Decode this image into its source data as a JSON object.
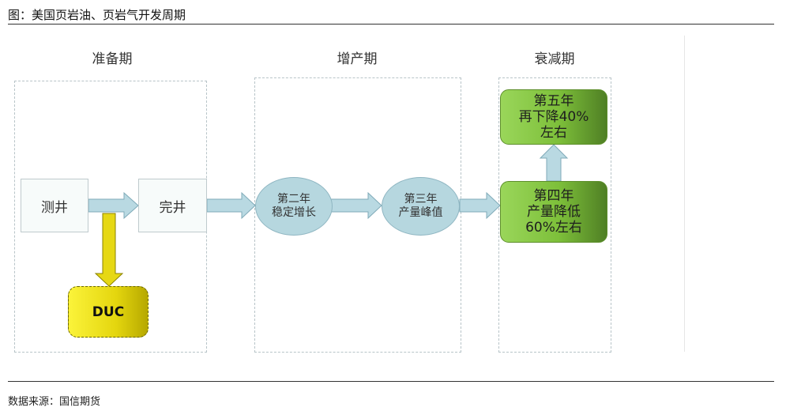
{
  "figure": {
    "title": "图：美国页岩油、页岩气开发周期",
    "source": "数据来源：国信期货"
  },
  "phases": {
    "prep": "准备期",
    "growth": "增产期",
    "decline": "衰减期"
  },
  "nodes": {
    "logging": "测井",
    "completion": "完井",
    "duc": "DUC",
    "year2": {
      "line1": "第二年",
      "line2": "稳定增长"
    },
    "year3": {
      "line1": "第三年",
      "line2": "产量峰值"
    },
    "year4": {
      "line1": "第四年",
      "line2": "产量降低",
      "line3": "60%左右"
    },
    "year5": {
      "line1": "第五年",
      "line2": "再下降40%",
      "line3": "左右"
    }
  },
  "colors": {
    "arrow_fill": "#b9d9e2",
    "arrow_stroke": "#7faab8",
    "duc_arrow_fill": "#e6d814",
    "duc_arrow_stroke": "#8a8200"
  }
}
